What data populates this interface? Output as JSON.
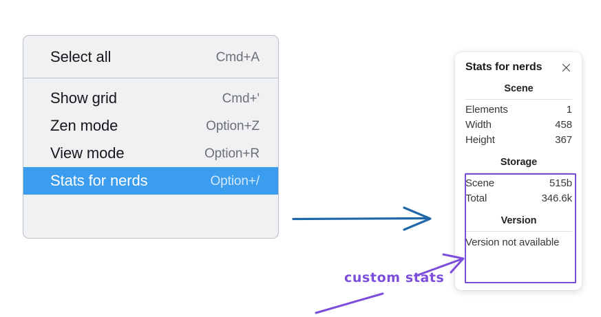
{
  "context_menu": {
    "groups": [
      {
        "items": [
          {
            "label": "Select all",
            "shortcut": "Cmd+A",
            "selected": false
          }
        ]
      },
      {
        "items": [
          {
            "label": "Show grid",
            "shortcut": "Cmd+'",
            "selected": false
          },
          {
            "label": "Zen mode",
            "shortcut": "Option+Z",
            "selected": false
          },
          {
            "label": "View mode",
            "shortcut": "Option+R",
            "selected": false
          },
          {
            "label": "Stats for nerds",
            "shortcut": "Option+/",
            "selected": true
          }
        ]
      }
    ]
  },
  "stats_panel": {
    "title": "Stats for nerds",
    "close_icon": "close-icon",
    "sections": [
      {
        "name": "scene",
        "heading": "Scene",
        "rows": [
          {
            "label": "Elements",
            "value": "1"
          },
          {
            "label": "Width",
            "value": "458"
          },
          {
            "label": "Height",
            "value": "367"
          }
        ]
      },
      {
        "name": "storage",
        "heading": "Storage",
        "rows": [
          {
            "label": "Scene",
            "value": "515b"
          },
          {
            "label": "Total",
            "value": "346.6k"
          }
        ]
      },
      {
        "name": "version",
        "heading": "Version",
        "free_text": "Version not available"
      }
    ]
  },
  "annotations": {
    "custom_stats_label": "custom stats",
    "blue_arrow": "blue-arrow",
    "purple_arrow": "purple-arrow",
    "purple_underline": "purple-underline"
  },
  "colors": {
    "menu_background": "#f0f1f3",
    "menu_border": "#b9bfc9",
    "selection_blue": "#3c9cee",
    "annotation_purple": "#7c4ddc",
    "arrow_blue": "#1f67a8",
    "highlight_box": "#7c4ddc",
    "page_background": "#ffffff"
  }
}
